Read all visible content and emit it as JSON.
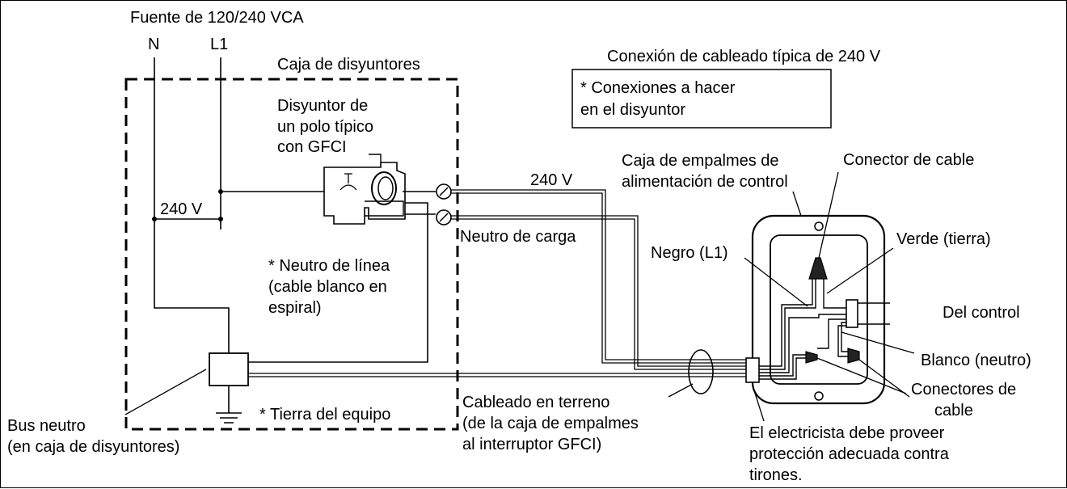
{
  "labels": {
    "source": "Fuente de 120/240 VCA",
    "n": "N",
    "l1": "L1",
    "breaker_box": "Caja de disyuntores",
    "title": "Conexión de cableado típica de 240 V",
    "note_line1": "* Conexiones a hacer",
    "note_line2": "en el disyuntor",
    "breaker_line1": "Disyuntor de",
    "breaker_line2": "un polo típico",
    "breaker_line3": "con GFCI",
    "v240_left": "240 V",
    "v240_top": "240 V",
    "load_neutral": "Neutro de carga",
    "line_neutral_1": "* Neutro de línea",
    "line_neutral_2": "(cable blanco en",
    "line_neutral_3": "espiral)",
    "junction_box_1": "Caja de empalmes de",
    "junction_box_2": "alimentación de control",
    "wire_connector": "Conector de cable",
    "black_l1": "Negro (L1)",
    "green_ground": "Verde (tierra)",
    "from_control": "Del control",
    "white_neutral": "Blanco (neutro)",
    "connectors_1": "Conectores de",
    "connectors_2": "cable",
    "field_wiring_1": "Cableado en terreno",
    "field_wiring_2": "(de la caja de empalmes",
    "field_wiring_3": "al interruptor GFCI)",
    "electrician_1": "El electricista debe proveer",
    "electrician_2": "protección adecuada contra",
    "electrician_3": "tirones.",
    "equipment_ground": "* Tierra del equipo",
    "neutral_bus_1": "Bus neutro",
    "neutral_bus_2": "(en caja de disyuntores)"
  }
}
